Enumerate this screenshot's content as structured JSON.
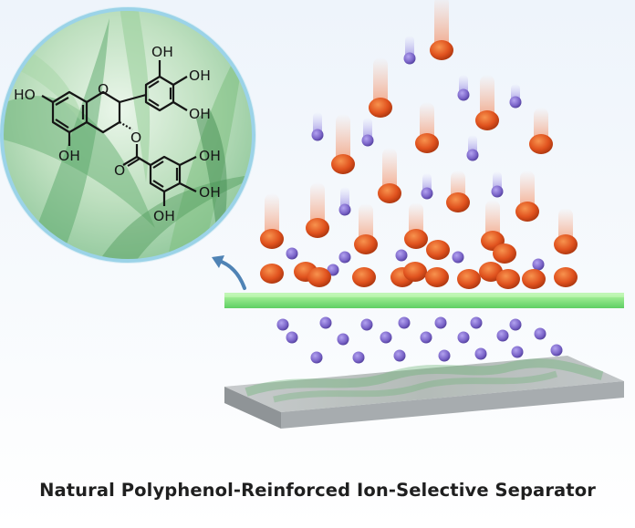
{
  "caption": "Natural Polyphenol-Reinforced Ion-Selective Separator",
  "molecule": {
    "labels": {
      "oh_top": "OH",
      "oh_top_right": "OH",
      "oh_right": "OH",
      "oh_left": "HO",
      "o_ring": "O",
      "o_ester": "O",
      "oh_bottom_left": "OH",
      "o_carbonyl": "O",
      "oh_gallate_right": "OH",
      "oh_gallate_mid": "OH",
      "oh_gallate_bottom": "OH"
    }
  },
  "colors": {
    "large_ion": "#e0521e",
    "small_ion": "#7a64c8",
    "membrane": "#7fe07a",
    "substrate": "#9ea3a6",
    "arrow": "#4f83b5"
  }
}
